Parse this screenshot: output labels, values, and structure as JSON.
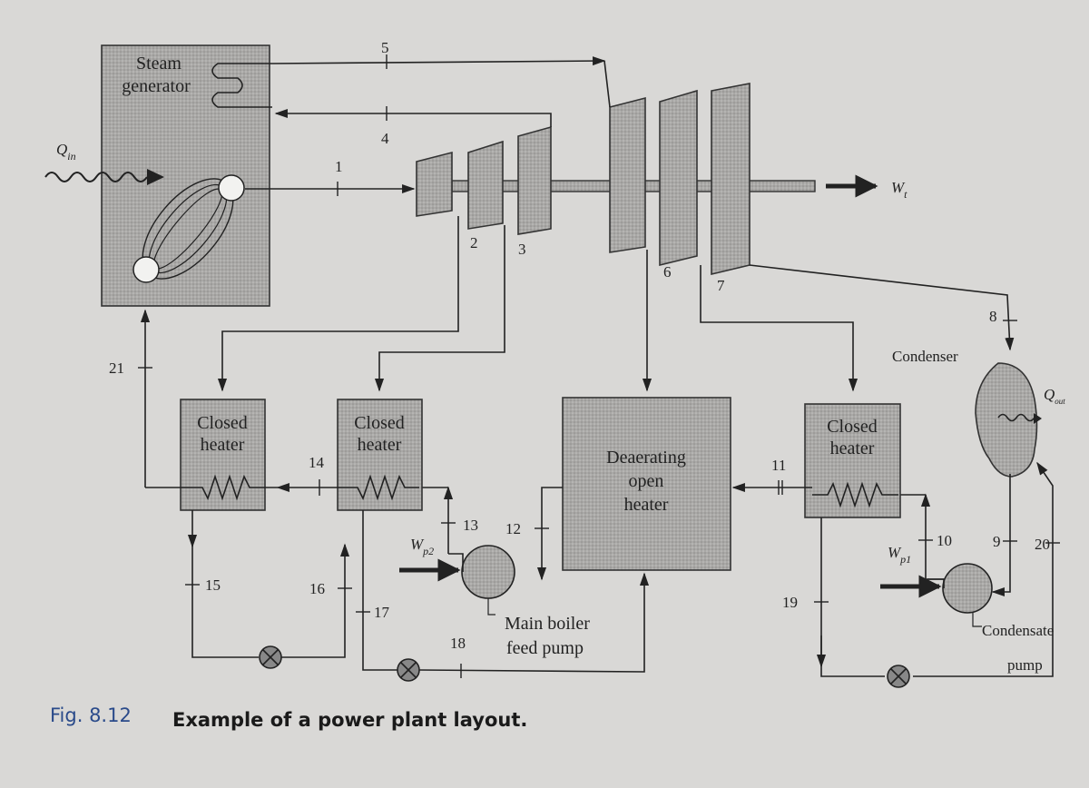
{
  "blocks": {
    "steam_generator": [
      "Steam",
      "generator"
    ],
    "closed_heater_1": [
      "Closed",
      "heater"
    ],
    "closed_heater_2": [
      "Closed",
      "heater"
    ],
    "closed_heater_3": [
      "Closed",
      "heater"
    ],
    "deaerator": [
      "Deaerating",
      "open",
      "heater"
    ],
    "condenser": "Condenser",
    "main_pump": [
      "Main boiler",
      "feed pump"
    ],
    "condensate_pump": [
      "Condensate",
      "pump"
    ]
  },
  "quantities": {
    "q_in": "Q",
    "q_in_sub": "in",
    "q_out": "Q",
    "q_out_sub": "out",
    "w_t": "W",
    "w_t_sub": "t",
    "w_p1": "W",
    "w_p1_sub": "p1",
    "w_p2": "W",
    "w_p2_sub": "p2"
  },
  "states": [
    "1",
    "2",
    "3",
    "4",
    "5",
    "6",
    "7",
    "8",
    "9",
    "10",
    "11",
    "12",
    "13",
    "14",
    "15",
    "16",
    "17",
    "18",
    "19",
    "20",
    "21"
  ],
  "caption": {
    "figure_number": "Fig. 8.12",
    "text": "Example of a power plant layout."
  }
}
